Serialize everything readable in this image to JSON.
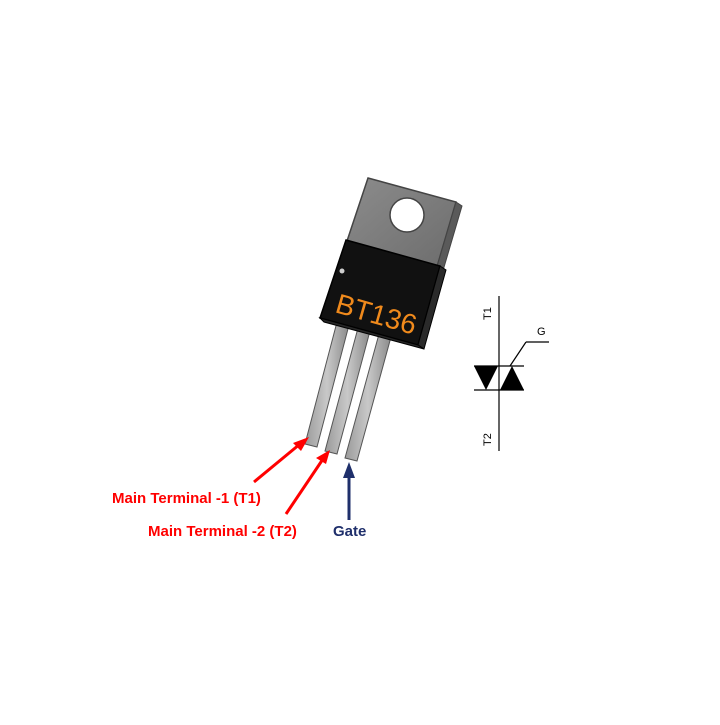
{
  "component": {
    "marking": "BT136"
  },
  "labels": {
    "t1": "Main Terminal  -1 (T1)",
    "t2": "Main Terminal  -2 (T2)",
    "gate": "Gate"
  },
  "symbol": {
    "t1": "T1",
    "t2": "T2",
    "gate": "G"
  },
  "colors": {
    "mt_label": "#ff0000",
    "gate_label": "#1f2f6b",
    "marking": "#f08a1c"
  }
}
